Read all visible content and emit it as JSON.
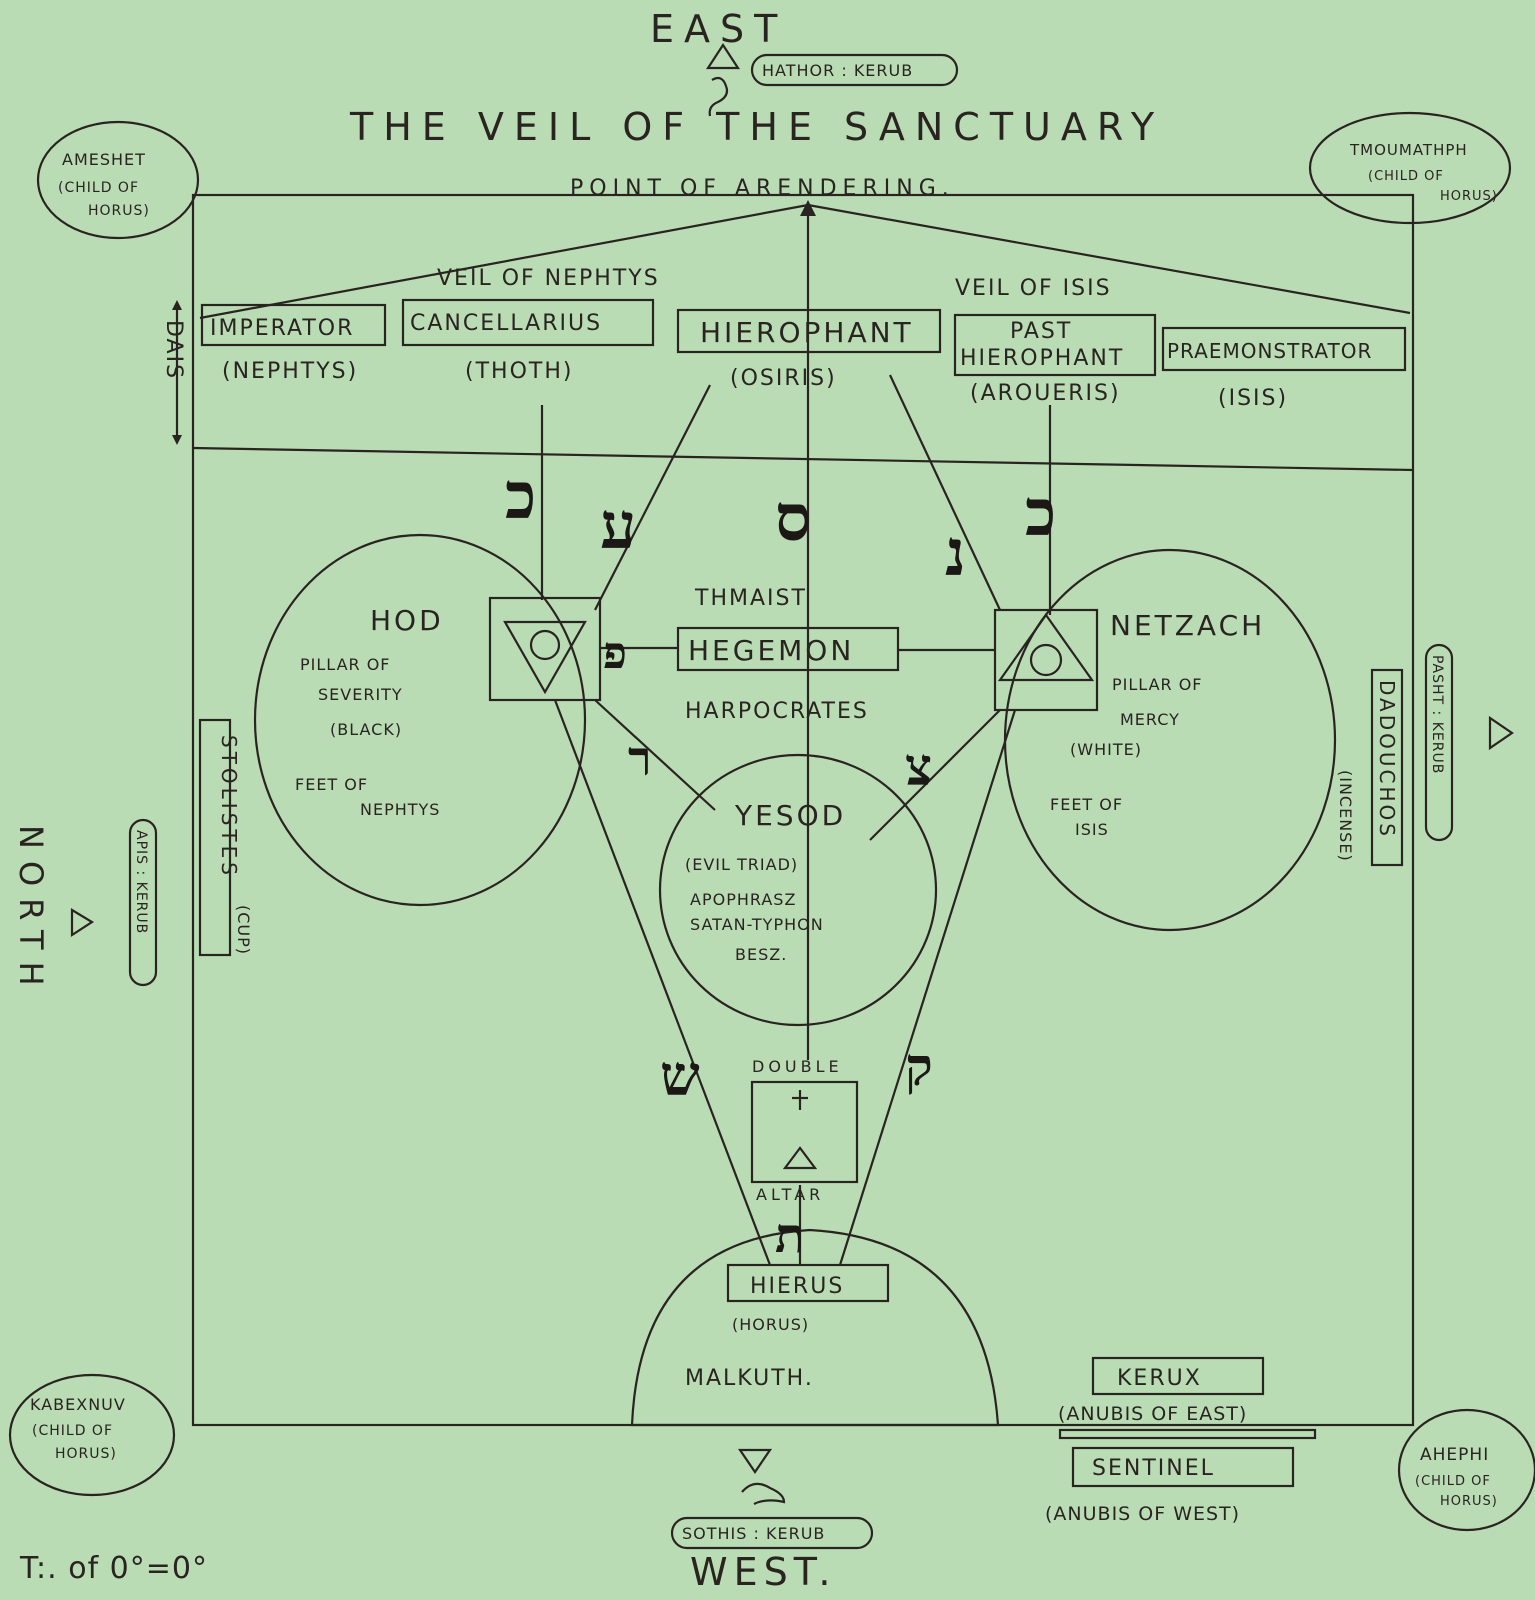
{
  "title": "THE VEIL OF THE SANCTUARY",
  "point": "POINT OF ARENDERING.",
  "veils": {
    "nephtys": "VEIL OF NEPHTYS",
    "isis": "VEIL OF ISIS"
  },
  "dais": "DAIS",
  "directions": {
    "east": "EAST",
    "west": "WEST.",
    "north": "NORTH"
  },
  "kerubim": {
    "east": "HATHOR : KERUB",
    "north": "APIS : KERUB",
    "south": "PASHT : KERUB",
    "west": "SOTHIS : KERUB"
  },
  "children_of_horus": [
    {
      "name": "AMESHET",
      "sub": "(CHILD OF",
      "sub2": "HORUS)"
    },
    {
      "name": "TMOUMATHPH",
      "sub": "(CHILD OF",
      "sub2": "HORUS)"
    },
    {
      "name": "KABEXNUV",
      "sub": "(CHILD OF",
      "sub2": "HORUS)"
    },
    {
      "name": "AHEPHI",
      "sub": "(CHILD OF",
      "sub2": "HORUS)"
    }
  ],
  "officers": {
    "imperator": {
      "label": "IMPERATOR",
      "god": "(NEPHTYS)"
    },
    "cancellarius": {
      "label": "CANCELLARIUS",
      "god": "(THOTH)"
    },
    "hierophant": {
      "label": "HIEROPHANT",
      "god": "(OSIRIS)"
    },
    "past_hierophant": {
      "label": "PAST",
      "label2": "HIEROPHANT",
      "god": "(AROUERIS)"
    },
    "praemonstrator": {
      "label": "PRAEMONSTRATOR",
      "god": "(ISIS)"
    },
    "hegemon": {
      "label": "HEGEMON",
      "above": "THMAIST",
      "below": "HARPOCRATES"
    },
    "stolistes": {
      "label": "STOLISTES",
      "sub": "(CUP)"
    },
    "dadouchos": {
      "label": "DADOUCHOS",
      "sub": "(INCENSE)"
    },
    "hiereus": {
      "label": "HIERUS",
      "god": "(HORUS)"
    },
    "kerux": {
      "label": "KERUX",
      "god": "(ANUBIS OF EAST)"
    },
    "sentinel": {
      "label": "SENTINEL",
      "god": "(ANUBIS OF WEST)"
    }
  },
  "sephiroth": {
    "hod": {
      "name": "HOD",
      "lines": [
        "PILLAR OF",
        "SEVERITY",
        "(BLACK)",
        "FEET OF",
        "NEPHTYS"
      ]
    },
    "netzach": {
      "name": "NETZACH",
      "lines": [
        "PILLAR OF",
        "MERCY",
        "(WHITE)",
        "FEET OF",
        "ISIS"
      ]
    },
    "yesod": {
      "name": "YESOD",
      "lines": [
        "(EVIL TRIAD)",
        "APOPHRASZ",
        "SATAN-TYPHON",
        "BESZ."
      ]
    },
    "malkuth": {
      "name": "MALKUTH."
    }
  },
  "altar": {
    "top": "DOUBLE",
    "bottom": "ALTAR"
  },
  "hebrew": [
    "כ",
    "ע",
    "ס",
    "נ",
    "כ",
    "פ",
    "ר",
    "צ",
    "ק",
    "ש",
    "ת"
  ],
  "footer": "T:. of 0°=0°"
}
